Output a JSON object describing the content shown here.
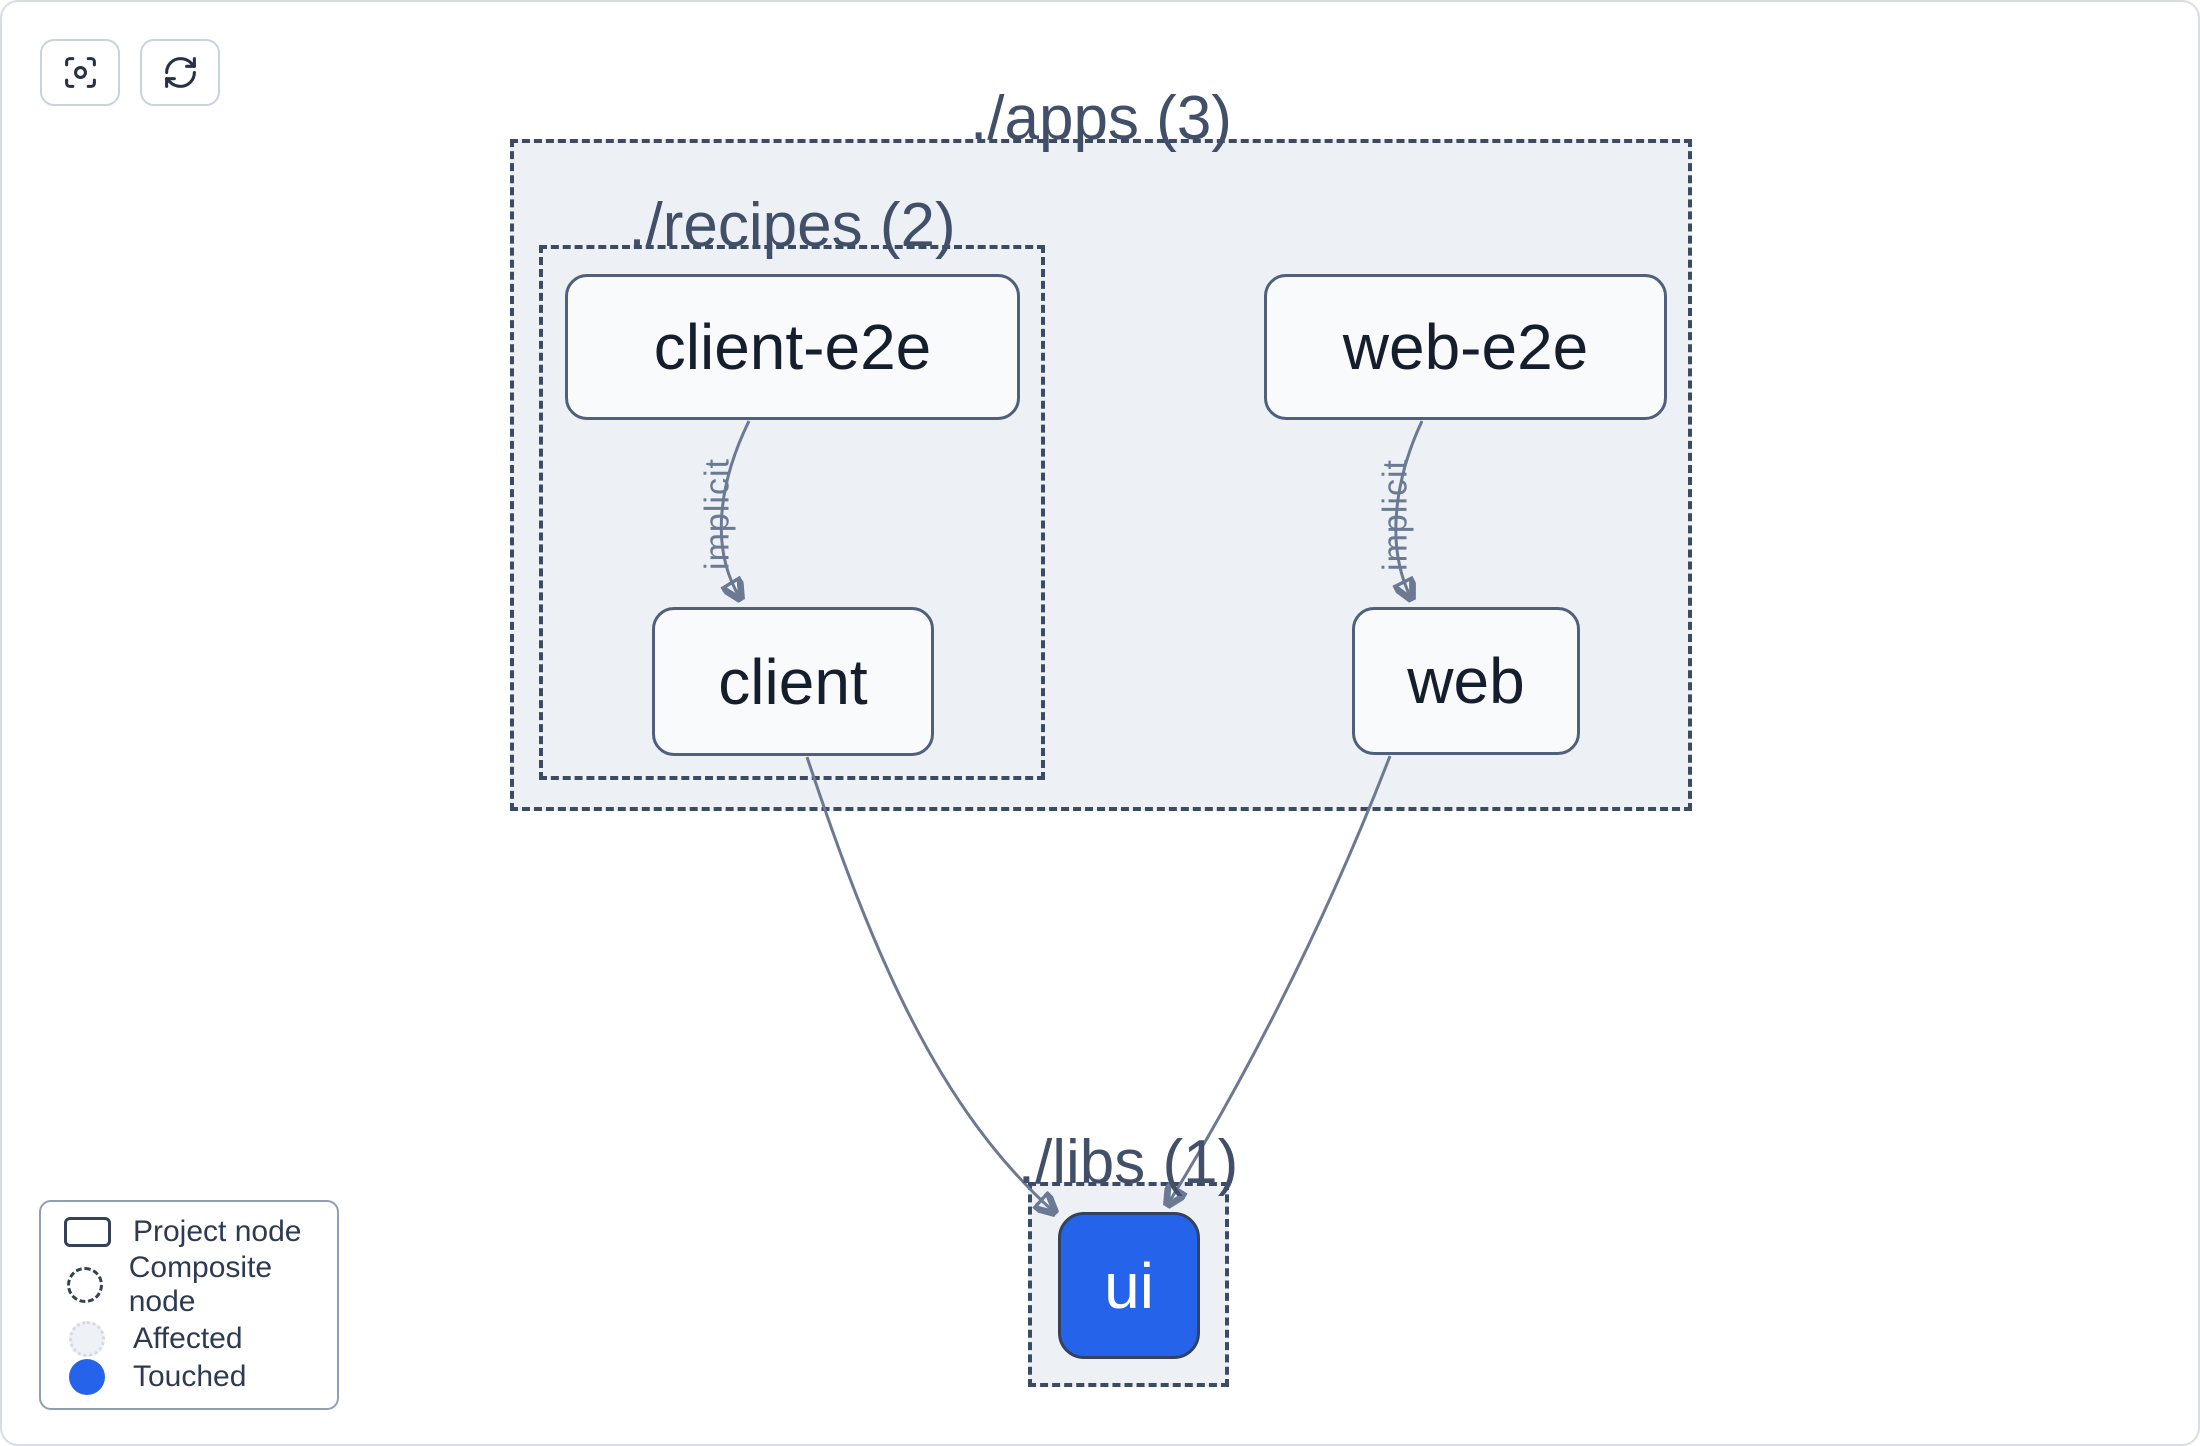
{
  "toolbar": {
    "buttons": [
      {
        "id": "center-graph",
        "icon": "focus-icon"
      },
      {
        "id": "refresh-graph",
        "icon": "refresh-icon"
      }
    ]
  },
  "groups": {
    "apps": {
      "label": "./apps (3)"
    },
    "recipes": {
      "label": "./recipes (2)"
    },
    "libs": {
      "label": "./libs (1)"
    }
  },
  "nodes": {
    "client_e2e": {
      "label": "client-e2e",
      "state": "normal"
    },
    "client": {
      "label": "client",
      "state": "normal"
    },
    "web_e2e": {
      "label": "web-e2e",
      "state": "normal"
    },
    "web": {
      "label": "web",
      "state": "normal"
    },
    "ui": {
      "label": "ui",
      "state": "touched"
    }
  },
  "edges": [
    {
      "from": "client-e2e",
      "to": "client",
      "type": "implicit",
      "label": "implicit"
    },
    {
      "from": "web-e2e",
      "to": "web",
      "type": "implicit",
      "label": "implicit"
    },
    {
      "from": "client",
      "to": "ui",
      "type": "static",
      "label": ""
    },
    {
      "from": "web",
      "to": "ui",
      "type": "static",
      "label": ""
    }
  ],
  "legend": {
    "items": [
      {
        "id": "project",
        "label": "Project node"
      },
      {
        "id": "composite",
        "label": "Composite node"
      },
      {
        "id": "affected",
        "label": "Affected"
      },
      {
        "id": "touched",
        "label": "Touched"
      }
    ]
  },
  "colors": {
    "touched": "#2563eb",
    "container_fill": "#edf1f6",
    "edge": "#6b7a92",
    "border_dark": "#3d4b62"
  }
}
